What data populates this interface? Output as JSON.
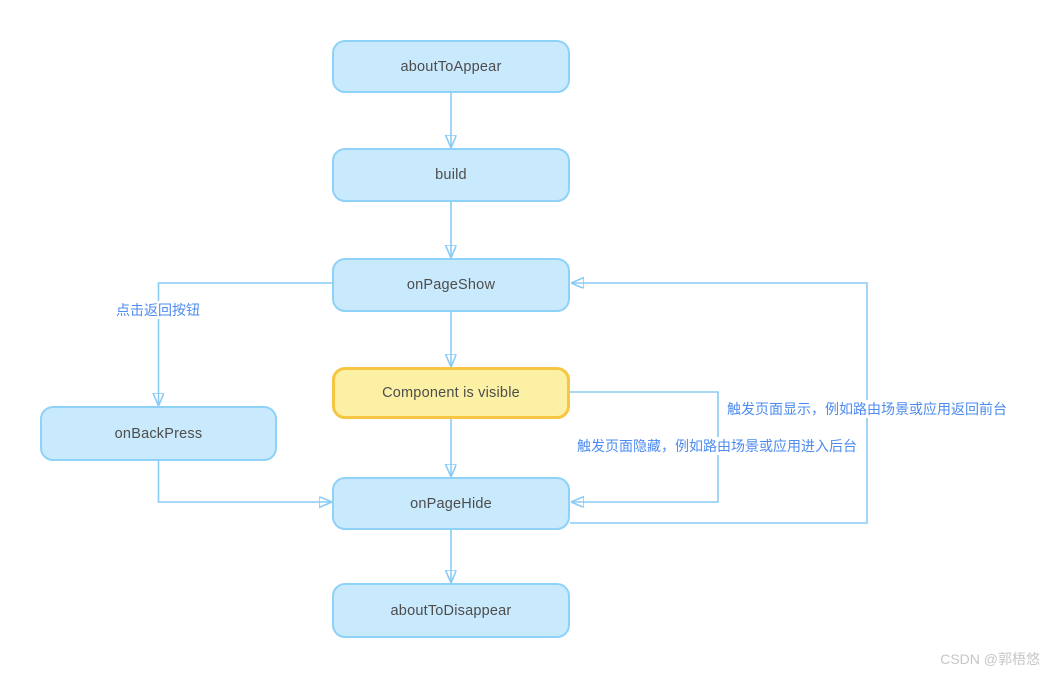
{
  "diagram": {
    "type": "flowchart",
    "subject": "page-lifecycle",
    "nodes": [
      {
        "id": "aboutToAppear",
        "label": "aboutToAppear",
        "style": "blue"
      },
      {
        "id": "build",
        "label": "build",
        "style": "blue"
      },
      {
        "id": "onPageShow",
        "label": "onPageShow",
        "style": "blue"
      },
      {
        "id": "componentVisible",
        "label": "Component is visible",
        "style": "yellow-highlight"
      },
      {
        "id": "onPageHide",
        "label": "onPageHide",
        "style": "blue"
      },
      {
        "id": "aboutToDisappear",
        "label": "aboutToDisappear",
        "style": "blue"
      },
      {
        "id": "onBackPress",
        "label": "onBackPress",
        "style": "blue"
      }
    ],
    "edges": [
      {
        "from": "aboutToAppear",
        "to": "build"
      },
      {
        "from": "build",
        "to": "onPageShow"
      },
      {
        "from": "onPageShow",
        "to": "componentVisible"
      },
      {
        "from": "componentVisible",
        "to": "onPageHide"
      },
      {
        "from": "onPageHide",
        "to": "aboutToDisappear"
      },
      {
        "from": "onPageShow",
        "to": "onBackPress",
        "label": "点击返回按钮"
      },
      {
        "from": "onBackPress",
        "to": "onPageHide"
      },
      {
        "from": "componentVisible",
        "to": "onPageHide",
        "label": "触发页面隐藏，例如路由场景或应用进入后台"
      },
      {
        "from": "onPageHide",
        "to": "onPageShow",
        "label": "触发页面显示，例如路由场景或应用返回前台"
      }
    ],
    "edge_labels": {
      "back": "点击返回按钮",
      "show": "触发页面显示，例如路由场景或应用返回前台",
      "hide": "触发页面隐藏，例如路由场景或应用进入后台"
    }
  },
  "watermark": "CSDN @郭梧悠",
  "colors": {
    "node_fill": "#C9E9FC",
    "node_border": "#8FD2F7",
    "highlight_fill": "#FBF0A3",
    "highlight_border": "#F6C642",
    "connector_line": "#8BCBF5",
    "arrowhead": "#54ABEB",
    "node_text": "#4D4D4D",
    "label_text": "#4C8BF0",
    "watermark_text": "#C6C6C6",
    "background": "#FFFFFF"
  }
}
